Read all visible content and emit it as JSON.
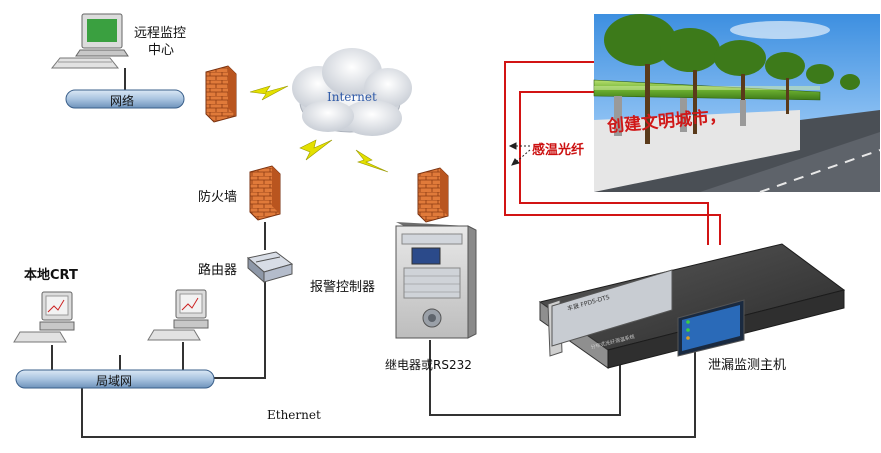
{
  "labels": {
    "remote_center_line1": "远程监控",
    "remote_center_line2": "中心",
    "network_bar": "网络",
    "internet": "Internet",
    "firewall": "防火墙",
    "router": "路由器",
    "local_crt": "本地CRT",
    "lan_bar": "局域网",
    "alarm_controller": "报警控制器",
    "relay_rs232": "继电器或RS232",
    "host_unit": "泄漏监测主机",
    "ethernet": "Ethernet",
    "sensor_fiber": "感温光纤"
  },
  "photo": {
    "banner_text": "创建文明城市，"
  },
  "device": {
    "brand_text": "丰晟 FPDS-DTS",
    "front_caption": "分布式光纤测温系统"
  },
  "colors": {
    "fiber": "#d21414",
    "cable": "#333333",
    "bar_fill": "#a9c4e0",
    "bar_border": "#3a5f8a",
    "firewall": "#e07a3a",
    "lightning": "#e4e000"
  }
}
